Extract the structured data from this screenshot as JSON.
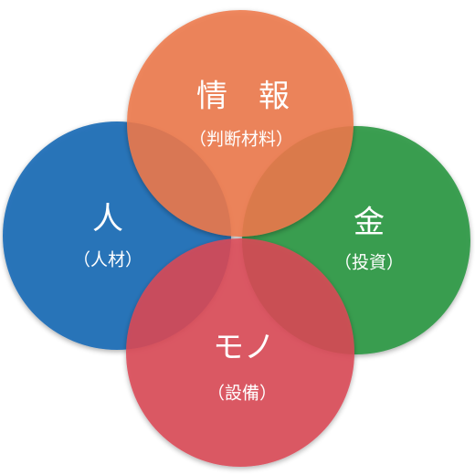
{
  "diagram": {
    "top": {
      "label": "情　報",
      "sublabel": "（判断材料）",
      "color": "#ee7a4b"
    },
    "left": {
      "label": "人",
      "sublabel": "（人材）",
      "color": "#1f6eb7"
    },
    "right": {
      "label": "金",
      "sublabel": "（投資）",
      "color": "#2f9a48"
    },
    "bottom": {
      "label": "モノ",
      "sublabel": "（設備）",
      "color": "#db4a57"
    }
  }
}
